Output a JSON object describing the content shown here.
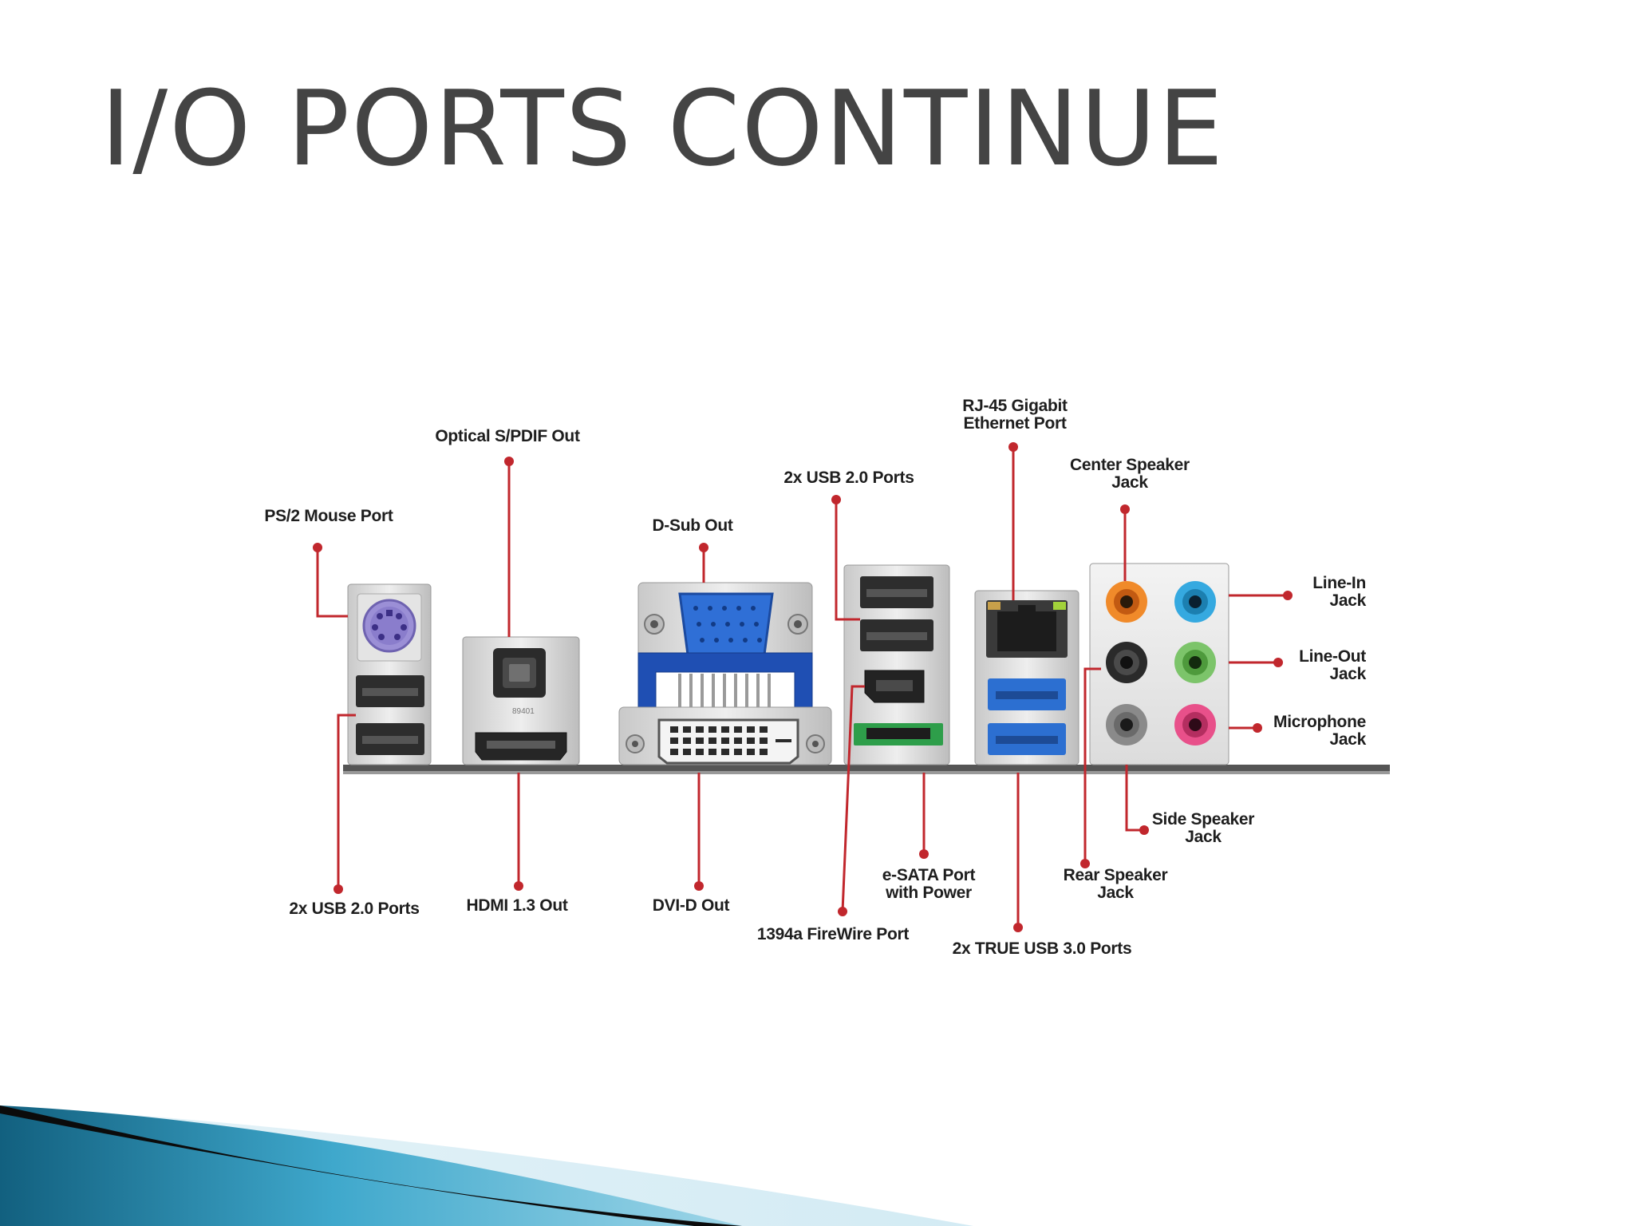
{
  "slide": {
    "title": "I/O PORTS CONTINUE"
  },
  "labels": {
    "ps2_mouse_port": "PS/2 Mouse Port",
    "optical_spdif_out": "Optical S/PDIF Out",
    "d_sub_out": "D-Sub Out",
    "usb20_ports_top": "2x USB 2.0 Ports",
    "rj45_ethernet": "RJ-45 Gigabit\nEthernet Port",
    "center_speaker_jack": "Center Speaker\nJack",
    "line_in_jack": "Line-In\nJack",
    "line_out_jack": "Line-Out\nJack",
    "microphone_jack": "Microphone\nJack",
    "side_speaker_jack": "Side Speaker\nJack",
    "rear_speaker_jack": "Rear Speaker\nJack",
    "usb20_ports_bottom": "2x USB 2.0 Ports",
    "hdmi_out": "HDMI 1.3 Out",
    "dvi_d_out": "DVI-D Out",
    "firewire_port": "1394a FireWire Port",
    "esata_port": "e-SATA Port\nwith Power",
    "usb30_ports": "2x TRUE USB 3.0 Ports",
    "optical_chip_text": "89401"
  },
  "colors": {
    "leader_line": "#c1272d",
    "title_text": "#444444",
    "ps2_purple": "#9b8fd6",
    "vga_blue": "#2f6fd6",
    "bracket_blue": "#1f4fb3",
    "usb3_blue": "#2c6fd1",
    "esata_green": "#2e9e4a",
    "jack_orange": "#f08a2a",
    "jack_cyan": "#35a9e0",
    "jack_green": "#7cc46a",
    "jack_pink": "#e8508a",
    "jack_black": "#2a2a2a",
    "jack_grey": "#8a8a8a",
    "swoosh_dark": "#0a0a0a",
    "swoosh_teal": "#1a6f92",
    "swoosh_light": "#bfe3f0"
  }
}
